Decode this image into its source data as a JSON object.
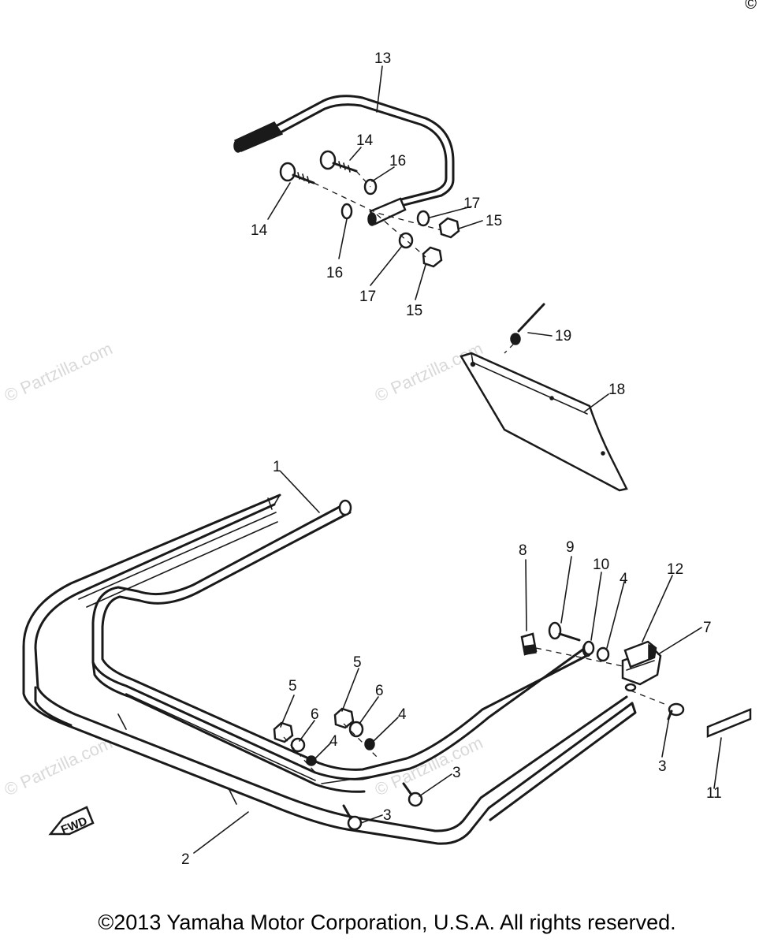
{
  "watermark": "© Partzilla.com",
  "corner_mark": "©",
  "copyright": "©2013 Yamaha Motor Corporation, U.S.A. All rights reserved.",
  "fwd_label": "FWD",
  "callouts": {
    "c1": "1",
    "c2": "2",
    "c3a": "3",
    "c3b": "3",
    "c3c": "3",
    "c4a": "4",
    "c4b": "4",
    "c4c": "4",
    "c5a": "5",
    "c5b": "5",
    "c6a": "6",
    "c6b": "6",
    "c7": "7",
    "c8": "8",
    "c9": "9",
    "c10": "10",
    "c11": "11",
    "c12": "12",
    "c13": "13",
    "c14a": "14",
    "c14b": "14",
    "c15a": "15",
    "c15b": "15",
    "c16a": "16",
    "c16b": "16",
    "c17a": "17",
    "c17b": "17",
    "c18": "18",
    "c19": "19"
  }
}
